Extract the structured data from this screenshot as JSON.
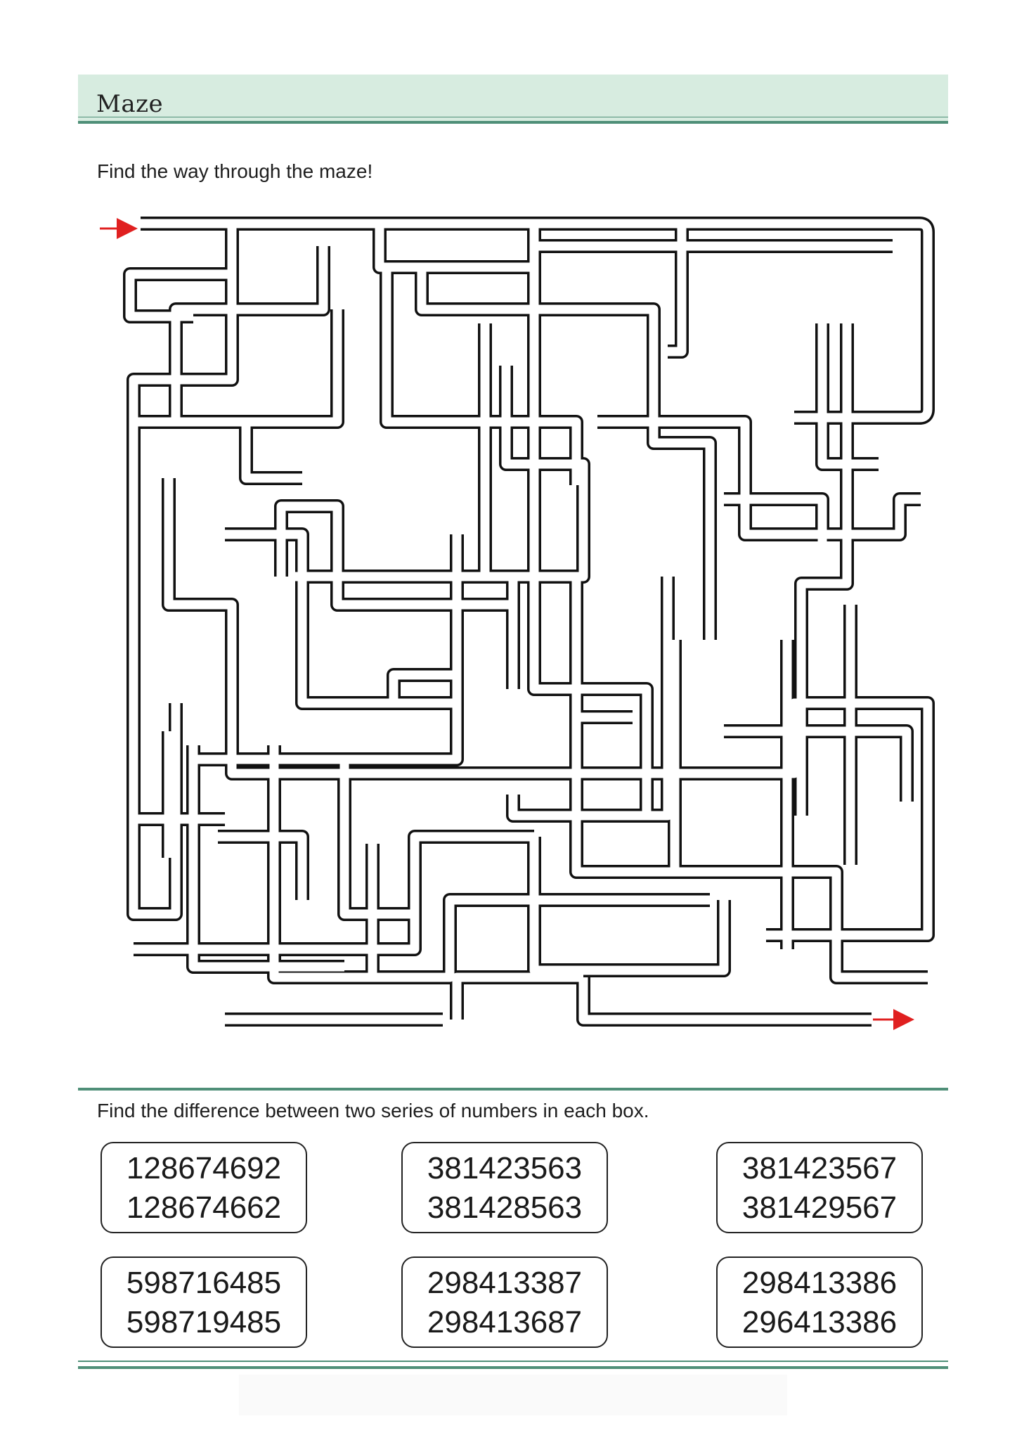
{
  "header": {
    "title": "Maze"
  },
  "maze": {
    "instruction": "Find the way through the maze!"
  },
  "numbers": {
    "instruction": "Find the difference between two series of numbers in each box.",
    "boxes": [
      {
        "top": "128674692",
        "bottom": "128674662"
      },
      {
        "top": "381423563",
        "bottom": "381428563"
      },
      {
        "top": "381423567",
        "bottom": "381429567"
      },
      {
        "top": "598716485",
        "bottom": "598719485"
      },
      {
        "top": "298413387",
        "bottom": "298413687"
      },
      {
        "top": "298413386",
        "bottom": "296413386"
      }
    ]
  },
  "colors": {
    "accent": "#4f8f78",
    "band": "#d7ece0",
    "arrow": "#e02020"
  }
}
